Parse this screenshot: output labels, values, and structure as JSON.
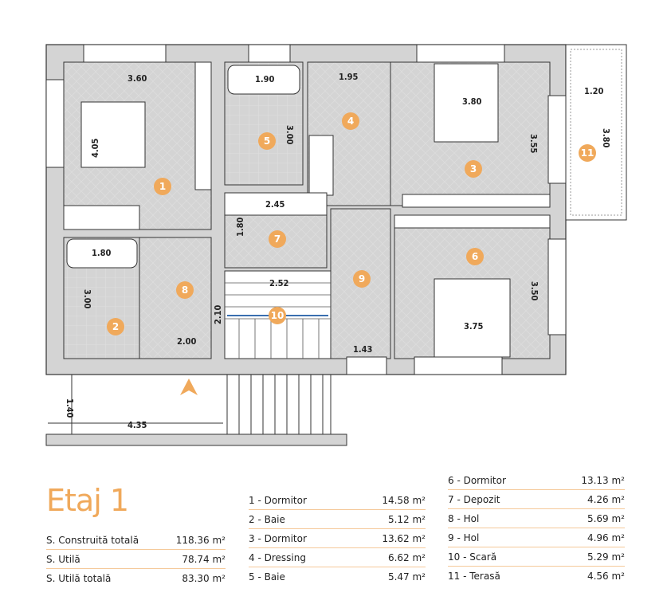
{
  "accent": "#F0A95B",
  "floor_title": "Etaj 1",
  "dimensions": {
    "d360": "3.60",
    "d405": "4.05",
    "d190": "1.90",
    "d195": "1.95",
    "d300a": "3.00",
    "d380a": "3.80",
    "d355": "3.55",
    "d120": "1.20",
    "d380b": "3.80",
    "d245": "2.45",
    "d180a": "1.80",
    "d180b": "1.80",
    "d300b": "3.00",
    "d252": "2.52",
    "d210": "2.10",
    "d200": "2.00",
    "d143": "1.43",
    "d375": "3.75",
    "d350": "3.50",
    "d140": "1.40",
    "d435": "4.35"
  },
  "rooms": [
    "1",
    "2",
    "3",
    "4",
    "5",
    "6",
    "7",
    "8",
    "9",
    "10",
    "11"
  ],
  "summary": [
    {
      "label": "S. Construită totală",
      "value": "118.36 m²"
    },
    {
      "label": "S. Utilă",
      "value": "78.74 m²"
    },
    {
      "label": "S. Utilă totală",
      "value": "83.30 m²"
    }
  ],
  "rooms_col1": [
    {
      "label": "1 - Dormitor",
      "value": "14.58 m²"
    },
    {
      "label": "2 - Baie",
      "value": "5.12 m²"
    },
    {
      "label": "3 - Dormitor",
      "value": "13.62 m²"
    },
    {
      "label": "4 - Dressing",
      "value": "6.62 m²"
    },
    {
      "label": "5 - Baie",
      "value": "5.47 m²"
    }
  ],
  "rooms_col2": [
    {
      "label": "6 - Dormitor",
      "value": "13.13 m²"
    },
    {
      "label": "7 - Depozit",
      "value": "4.26 m²"
    },
    {
      "label": "8 - Hol",
      "value": "5.69 m²"
    },
    {
      "label": "9 - Hol",
      "value": "4.96 m²"
    },
    {
      "label": "10 - Scară",
      "value": "5.29 m²"
    },
    {
      "label": "11 - Terasă",
      "value": "4.56 m²"
    }
  ]
}
